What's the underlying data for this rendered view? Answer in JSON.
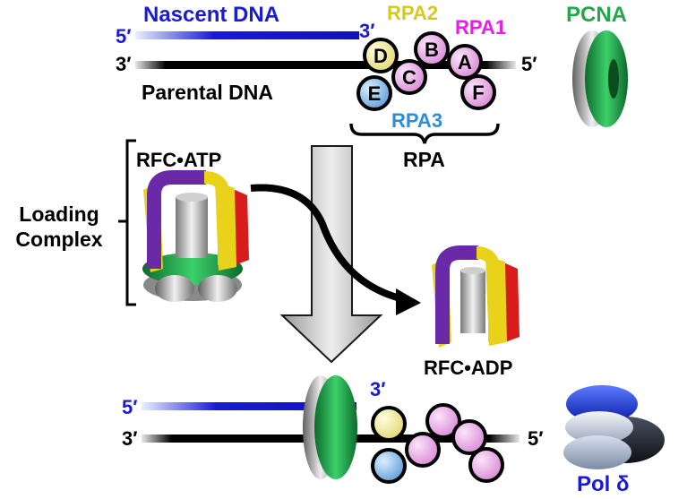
{
  "labels": {
    "nascent_dna": "Nascent DNA",
    "five_prime_top": "5′",
    "three_prime_top_nascent": "3′",
    "three_prime_top_parental": "3′",
    "five_prime_top_parental": "5′",
    "parental_dna": "Parental DNA",
    "rpa2": "RPA2",
    "rpa1": "RPA1",
    "rpa3": "RPA3",
    "rpa": "RPA",
    "pcna": "PCNA",
    "rfc_atp": "RFC•ATP",
    "loading_complex_line1": "Loading",
    "loading_complex_line2": "Complex",
    "rfc_adp": "RFC•ADP",
    "five_prime_bottom": "5′",
    "three_prime_bottom_nascent": "3′",
    "three_prime_bottom_parental": "3′",
    "five_prime_bottom_parental": "5′",
    "pol_delta": "Pol δ"
  },
  "rpa_subunits": {
    "d": "D",
    "b": "B",
    "c": "C",
    "a": "A",
    "e": "E",
    "f": "F"
  },
  "colors": {
    "nascent_blue": "#1a1ad6",
    "rpa2_yellow": "#d6c81e",
    "rpa1_magenta": "#e61ee6",
    "rpa3_blue": "#2d8ed6",
    "pcna_green": "#22a84a",
    "purple": "#6a2aa8",
    "yellow": "#e8d21a",
    "red": "#d81c1c",
    "pink_circle": "#f2b6f0",
    "yellow_circle": "#f7f1a6",
    "blue_circle": "#9cc8f0"
  }
}
